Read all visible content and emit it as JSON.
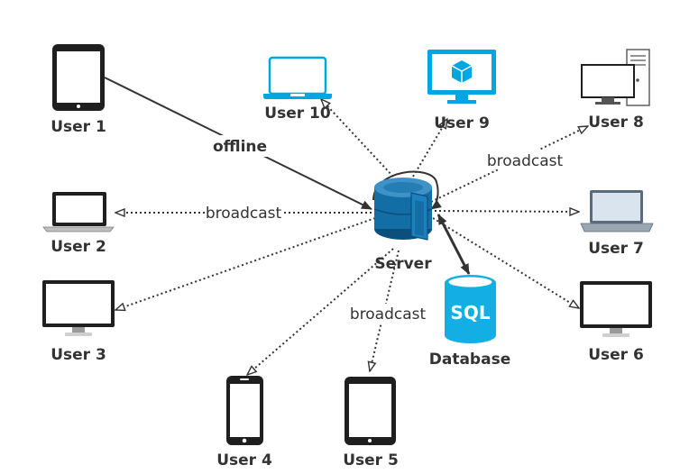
{
  "nodes": {
    "user1": "User 1",
    "user2": "User 2",
    "user3": "User 3",
    "user4": "User 4",
    "user5": "User 5",
    "user6": "User 6",
    "user7": "User 7",
    "user8": "User 8",
    "user9": "User 9",
    "user10": "User 10",
    "server": "Server",
    "database": "Database"
  },
  "database_icon_text": "SQL",
  "edge_labels": {
    "offline": "offline",
    "broadcast_left": "broadcast",
    "broadcast_upper_right": "broadcast",
    "broadcast_bottom": "broadcast"
  },
  "colors": {
    "device_dark": "#1f1f1f",
    "accent_blue": "#00a6e2",
    "server_blue": "#146ea6",
    "server_dark": "#0d4f7c",
    "database_blue": "#12aee4",
    "edge": "#333333"
  },
  "icons": {
    "user1": "tablet-icon",
    "user2": "laptop-icon",
    "user3": "monitor-icon",
    "user4": "phone-icon",
    "user5": "tablet-icon",
    "user6": "monitor-icon",
    "user7": "laptop-icon",
    "user8": "desktop-pc-icon",
    "user9": "monitor-cube-icon",
    "user10": "laptop-icon",
    "server": "server-cylinder-icon",
    "database": "database-sql-icon"
  }
}
